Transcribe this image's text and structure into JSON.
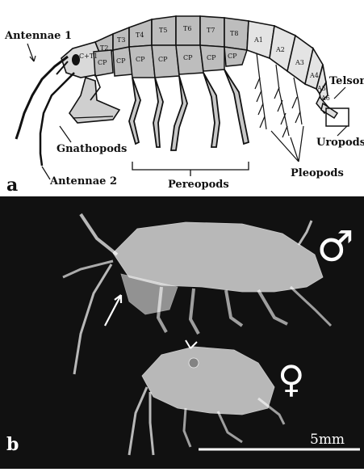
{
  "panel_a": {
    "letter": "a",
    "labels": {
      "antennae1": "Antennae 1",
      "antennae2": "Antennae 2",
      "gnathopods": "Gnathopods",
      "pereopods": "Pereopods",
      "pleopods": "Pleopods",
      "uropods": "Uropods",
      "telson": "Telson"
    },
    "segments": {
      "head": "C+T1",
      "thorax": [
        "T2",
        "T3",
        "T4",
        "T5",
        "T6",
        "T7",
        "T8"
      ],
      "abdomen": [
        "A1",
        "A2",
        "A3",
        "A4",
        "A5",
        "A6"
      ],
      "coxal_plate": "CP"
    },
    "colors": {
      "thorax": "#bdbdbd",
      "abdomen": "#e4e4e4",
      "limb": "#c8c8c8",
      "outline": "#111111"
    }
  },
  "panel_b": {
    "letter": "b",
    "male_symbol": "♂",
    "female_symbol": "♀",
    "scale_label": "5mm",
    "colors": {
      "background": "#111111",
      "specimen": "#e8e8e8",
      "text": "#ffffff"
    }
  }
}
